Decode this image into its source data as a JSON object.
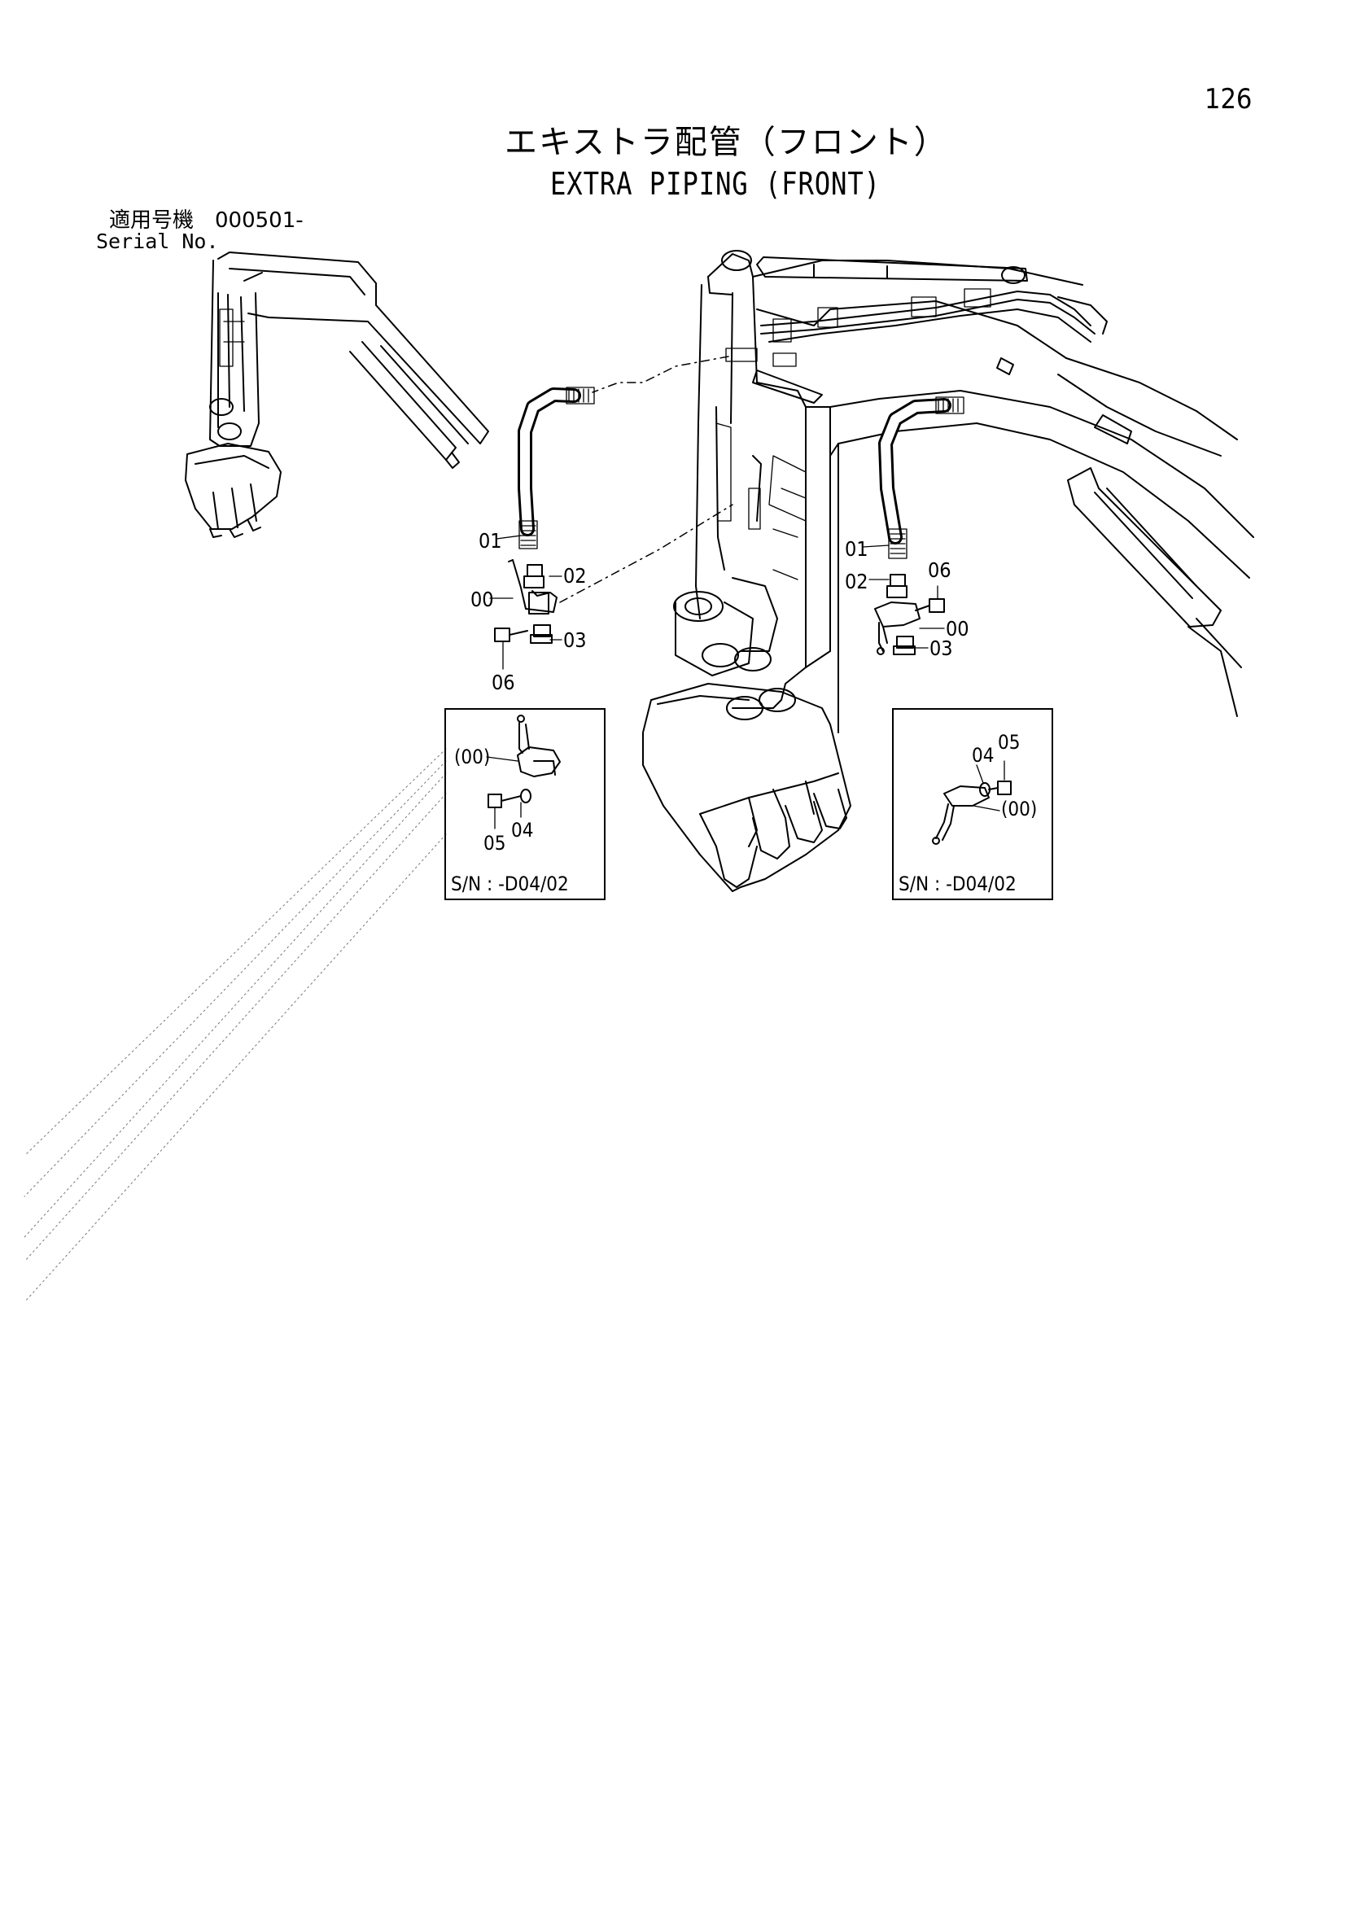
{
  "page_number": "126",
  "title_jp": "エキストラ配管（フロント）",
  "title_en": "EXTRA PIPING (FRONT)",
  "serial_jp": "適用号機　000501-",
  "serial_en": "Serial No.",
  "callouts": {
    "left_01": "01",
    "left_02": "02",
    "left_00": "00",
    "left_03": "03",
    "left_06": "06",
    "right_01": "01",
    "right_02": "02",
    "right_06": "06",
    "right_00": "00",
    "right_03": "03"
  },
  "inset_left": {
    "part_00": "(00)",
    "part_05": "05",
    "part_04": "04",
    "sn_label": "S/N : -D04/02"
  },
  "inset_right": {
    "part_04": "04",
    "part_05": "05",
    "part_00": "(00)",
    "sn_label": "S/N : -D04/02"
  }
}
